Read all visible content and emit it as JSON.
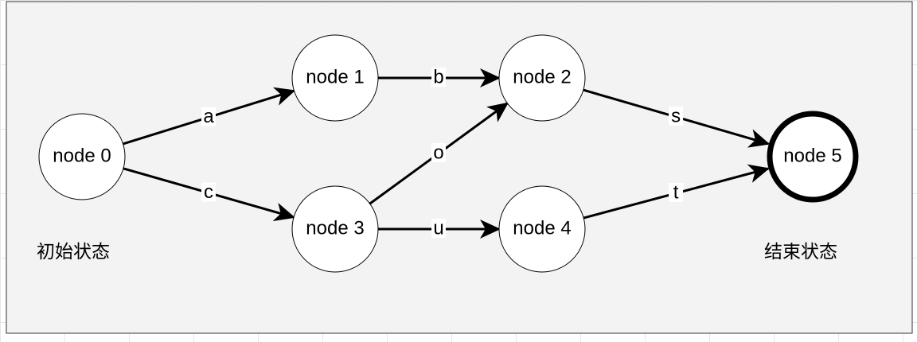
{
  "colors": {
    "panel_fill": "#f3f3f3",
    "panel_stroke": "#333333",
    "node_fill": "#ffffff",
    "stroke": "#000000",
    "label_bg": "#ffffff"
  },
  "captions": {
    "initial": "初始状态",
    "final": "结束状态"
  },
  "nodes": [
    {
      "id": "n0",
      "label": "node 0",
      "final": false
    },
    {
      "id": "n1",
      "label": "node 1",
      "final": false
    },
    {
      "id": "n2",
      "label": "node 2",
      "final": false
    },
    {
      "id": "n3",
      "label": "node 3",
      "final": false
    },
    {
      "id": "n4",
      "label": "node 4",
      "final": false
    },
    {
      "id": "n5",
      "label": "node 5",
      "final": true
    }
  ],
  "edges": [
    {
      "from": "n0",
      "to": "n1",
      "label": "a"
    },
    {
      "from": "n0",
      "to": "n3",
      "label": "c"
    },
    {
      "from": "n1",
      "to": "n2",
      "label": "b"
    },
    {
      "from": "n3",
      "to": "n2",
      "label": "o"
    },
    {
      "from": "n3",
      "to": "n4",
      "label": "u"
    },
    {
      "from": "n2",
      "to": "n5",
      "label": "s"
    },
    {
      "from": "n4",
      "to": "n5",
      "label": "t"
    }
  ]
}
